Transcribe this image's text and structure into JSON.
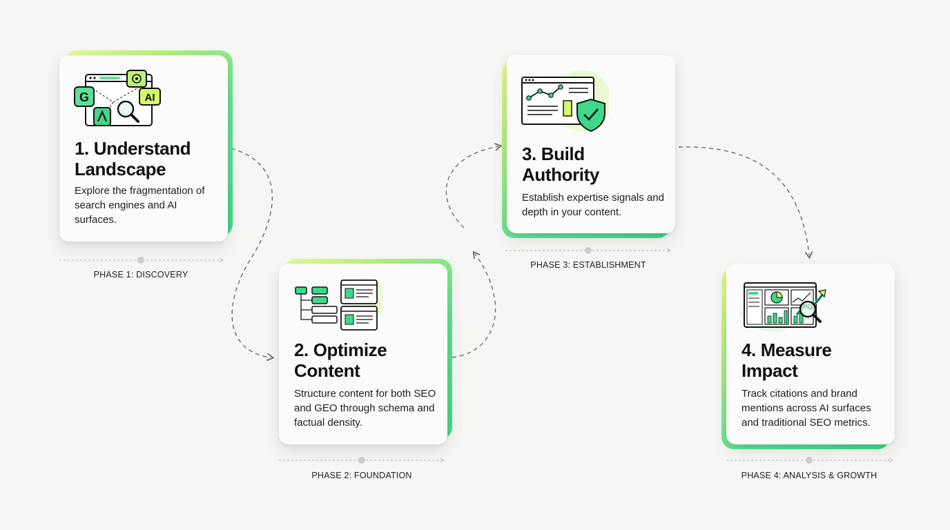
{
  "steps": [
    {
      "title": "1. Understand Landscape",
      "description": "Explore the fragmentation of search engines and AI surfaces.",
      "phase": "PHASE 1: DISCOVERY",
      "icon": "search-engines-ai-icon"
    },
    {
      "title": "2. Optimize Content",
      "description": "Structure content for both SEO and GEO through schema and factual density.",
      "phase": "PHASE 2: FOUNDATION",
      "icon": "content-structure-icon"
    },
    {
      "title": "3. Build Authority",
      "description": "Establish expertise signals and depth in your content.",
      "phase": "PHASE 3: ESTABLISHMENT",
      "icon": "authority-shield-icon"
    },
    {
      "title": "4. Measure Impact",
      "description": "Track citations and brand mentions across AI surfaces and traditional SEO metrics.",
      "phase": "PHASE 4: ANALYSIS & GROWTH",
      "icon": "analytics-dashboard-icon"
    }
  ],
  "icon_text": {
    "google_letter": "G",
    "ai_badge": "AI"
  },
  "colors": {
    "background": "#f6f6f5",
    "accent_green": "#3fd88b",
    "accent_lime": "#e7fb8e",
    "ink": "#111111",
    "connector": "#6b6b6b"
  }
}
